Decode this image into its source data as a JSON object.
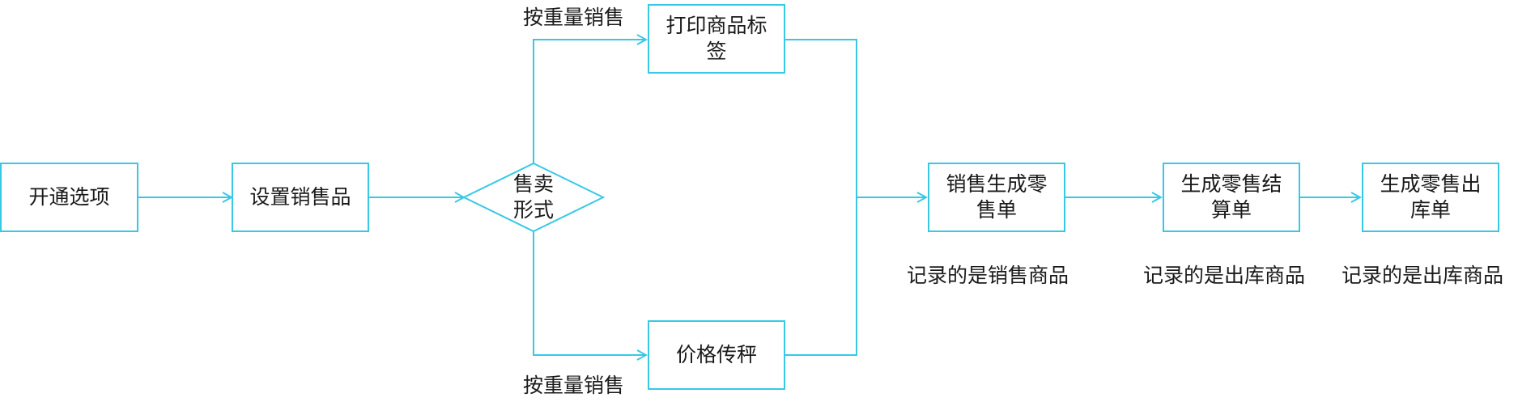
{
  "diagram": {
    "nodes": {
      "open_option": "开通选项",
      "set_sale_item": "设置销售品",
      "sale_form": "售卖\n形式",
      "print_label": "打印商品标签",
      "price_scale": "价格传秤",
      "sales_retail": "销售生成零售单",
      "retail_settle": "生成零售结算单",
      "retail_outbound": "生成零售出库单"
    },
    "branch_labels": {
      "top": "按重量销售",
      "bottom": "按重量销售"
    },
    "notes": {
      "sales_retail": "记录的是销售商品",
      "retail_settle": "记录的是出库商品",
      "retail_outbound": "记录的是出库商品"
    },
    "colors": {
      "stroke": "#37c8e6"
    }
  }
}
